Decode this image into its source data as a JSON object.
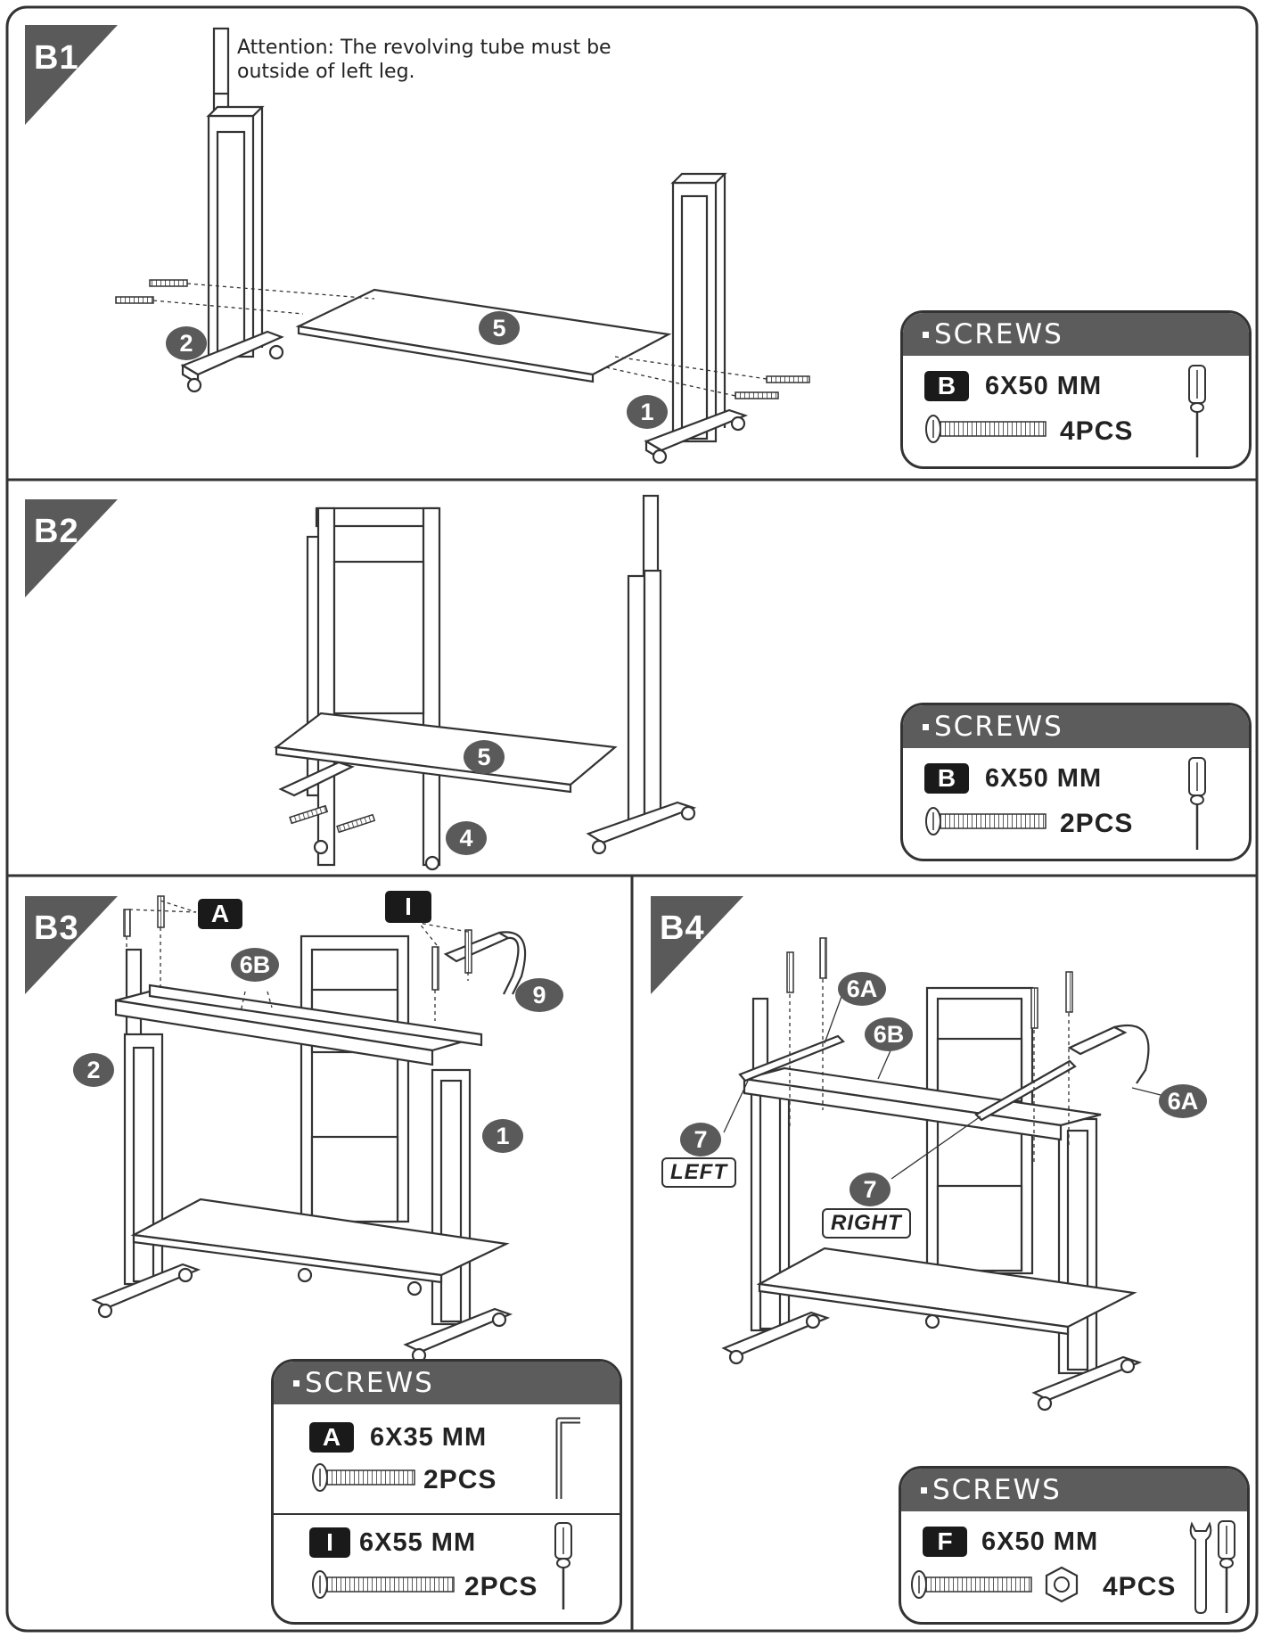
{
  "steps": {
    "b1": {
      "tag": "B1",
      "note_line1": "Attention: The revolving tube must be",
      "note_line2": "outside of left leg.",
      "parts": [
        "5",
        "2",
        "1"
      ],
      "screws": {
        "title": "SCREWS",
        "code": "B",
        "size": "6X50 MM",
        "qty": "4PCS",
        "tool": "screwdriver"
      }
    },
    "b2": {
      "tag": "B2",
      "parts": [
        "5",
        "4"
      ],
      "screws": {
        "title": "SCREWS",
        "code": "B",
        "size": "6X50 MM",
        "qty": "2PCS",
        "tool": "screwdriver"
      }
    },
    "b3": {
      "tag": "B3",
      "parts": [
        "6B",
        "9",
        "2",
        "1"
      ],
      "badges": [
        "A",
        "I"
      ],
      "screws": {
        "title": "SCREWS",
        "rows": [
          {
            "code": "A",
            "size": "6X35 MM",
            "qty": "2PCS",
            "tool": "allen-key"
          },
          {
            "code": "I",
            "size": "6X55 MM",
            "qty": "2PCS",
            "tool": "screwdriver"
          }
        ]
      }
    },
    "b4": {
      "tag": "B4",
      "parts": [
        "6A",
        "6B",
        "6A",
        "7",
        "7"
      ],
      "left_label": "LEFT",
      "right_label": "RIGHT",
      "screws": {
        "title": "SCREWS",
        "code": "F",
        "size": "6X50 MM",
        "qty": "4PCS",
        "tool": "screwdriver-and-wrench"
      }
    }
  }
}
